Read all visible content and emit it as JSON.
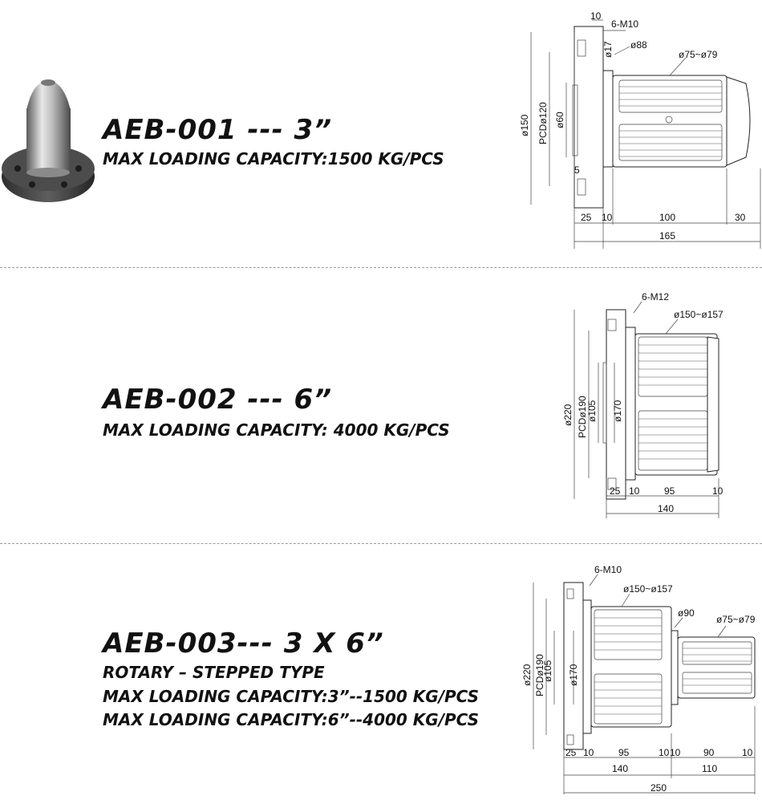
{
  "products": [
    {
      "title": "AEB-001 --- 3”",
      "specs": [
        "MAX LOADING CAPACITY:1500 KG/PCS"
      ],
      "dims": {
        "top_bolt": "6-M10",
        "top_w": "10",
        "d17": "ø17",
        "d88": "ø88",
        "range": "ø75~ø79",
        "d150": "ø150",
        "pcd": "PCDø120",
        "d60": "ø60",
        "small5": "5",
        "b25": "25",
        "b10": "10",
        "b100": "100",
        "b30": "30",
        "total": "165"
      }
    },
    {
      "title": "AEB-002 --- 6”",
      "specs": [
        "MAX LOADING CAPACITY: 4000 KG/PCS"
      ],
      "dims": {
        "top_bolt": "6-M12",
        "range": "ø150~ø157",
        "d220": "ø220",
        "pcd": "PCDø190",
        "d105": "ø105",
        "d170": "ø170",
        "b25": "25",
        "b10a": "10",
        "b95": "95",
        "b10b": "10",
        "total": "140"
      }
    },
    {
      "title": "AEB-003--- 3 X 6”",
      "specs": [
        "ROTARY – STEPPED TYPE",
        "MAX LOADING CAPACITY:3”--1500 KG/PCS",
        "MAX LOADING CAPACITY:6”--4000 KG/PCS"
      ],
      "dims": {
        "top_bolt": "6-M10",
        "range_big": "ø150~ø157",
        "d90": "ø90",
        "range_small": "ø75~ø79",
        "d220": "ø220",
        "pcd": "PCDø190",
        "d105": "ø105",
        "d170": "ø170",
        "b25": "25",
        "b10a": "10",
        "b95": "95",
        "b10b": "10",
        "b10c": "10",
        "b90": "90",
        "b10d": "10",
        "sub140": "140",
        "sub110": "110",
        "total": "250"
      }
    }
  ],
  "colors": {
    "text": "#111111",
    "separator": "#999999",
    "metal": "#9a9a9a"
  }
}
